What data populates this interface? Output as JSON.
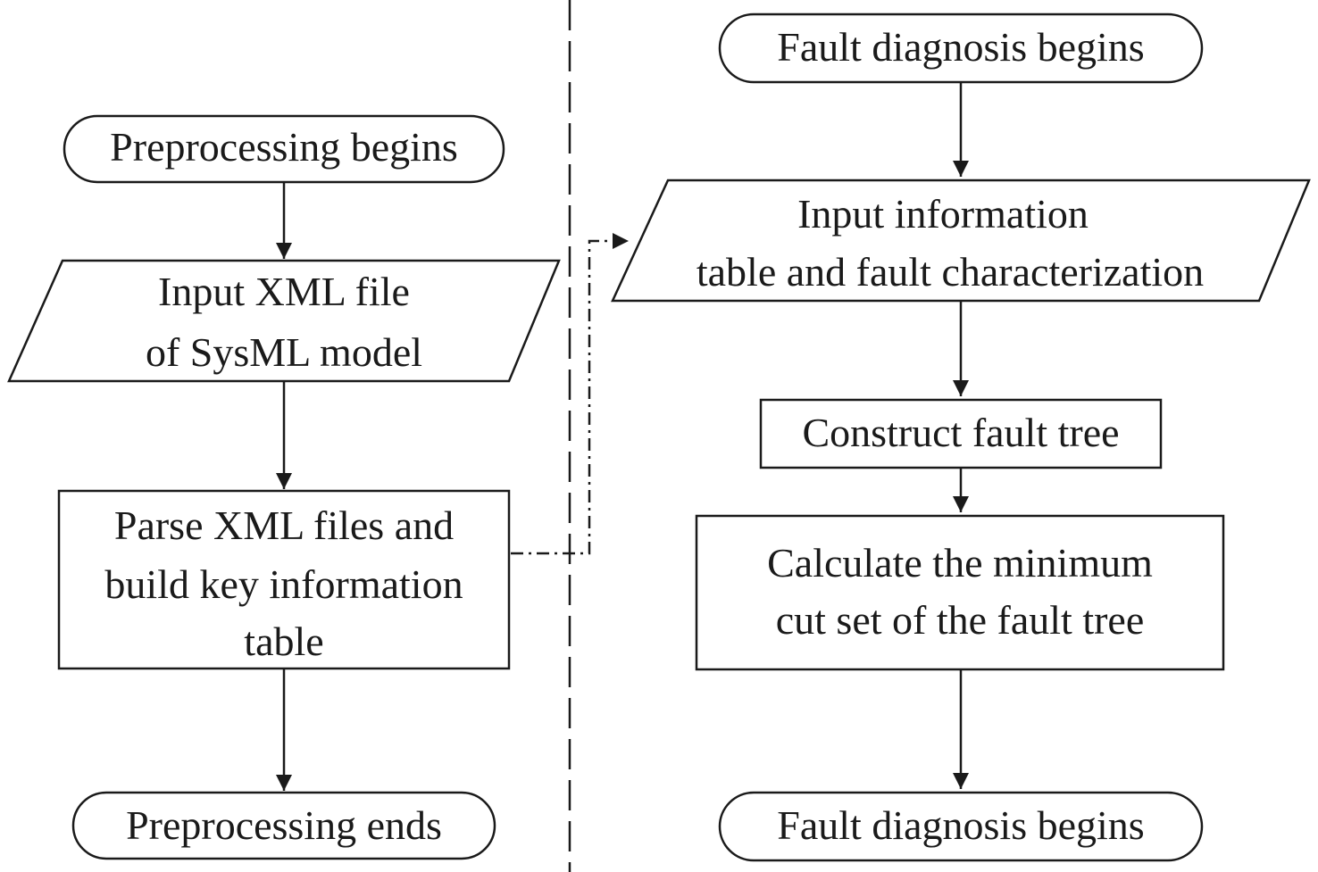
{
  "left_flow": {
    "start": "Preprocessing begins",
    "input": [
      "Input XML file",
      "of SysML model"
    ],
    "parse": [
      "Parse XML files and",
      "build key information",
      "table"
    ],
    "end": "Preprocessing ends"
  },
  "right_flow": {
    "start": "Fault diagnosis begins",
    "input": [
      "Input information",
      "table and fault characterization"
    ],
    "construct": "Construct fault tree",
    "calculate": [
      "Calculate the minimum",
      "cut set of the fault tree"
    ],
    "end": "Fault diagnosis begins"
  }
}
